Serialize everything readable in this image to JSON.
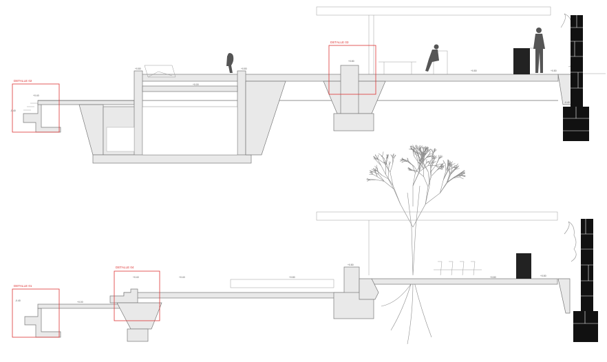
{
  "sections": {
    "top": {
      "details": [
        {
          "label": "DETALLE 02"
        },
        {
          "label": "DETALLE 03"
        }
      ],
      "levels": [
        "-0.40",
        "+0.40",
        "+0.00",
        "+0.80",
        "+0.80",
        "+0.80",
        "+0.80",
        "+0.80",
        "-0.40"
      ]
    },
    "bottom": {
      "details": [
        {
          "label": "DETALLE 01"
        },
        {
          "label": "DETALLE 04"
        }
      ],
      "levels": [
        "-0.40",
        "+0.00",
        "+0.40",
        "+0.40",
        "+0.80",
        "+0.80",
        "+0.80",
        "+0.80"
      ]
    }
  },
  "colors": {
    "outline": "#6e6e6e",
    "fill": "#e9e9e9",
    "detail": "#dd3333",
    "stone": "#111111"
  }
}
